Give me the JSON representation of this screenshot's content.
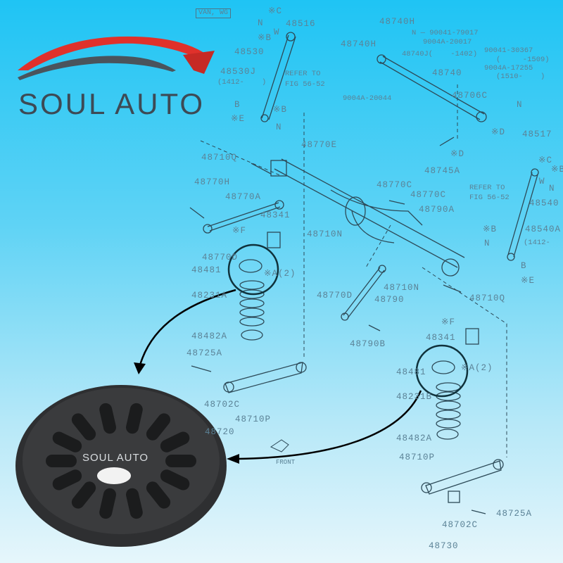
{
  "brand": {
    "name": "SOUL AUTO",
    "accent": "#e0312b",
    "text_color": "#3d4a55"
  },
  "product_photo": {
    "watermark": "SOUL AUTO"
  },
  "diagram": {
    "variant_tag": "VAN, WG",
    "front_label": "FRONT",
    "labels": [
      "※C",
      "N",
      "W",
      "※B",
      "48516",
      "48530",
      "48530J",
      "(1412-    )",
      "B",
      "※E",
      "※B",
      "N",
      "48740H",
      "N — 90041-79017",
      "9004A-20017",
      "48740J(    -1402)",
      "48740H",
      "90041-30367",
      "(     -1509)",
      "9004A-17255",
      "(1510-    )",
      "48740",
      "48706C",
      "9004A-20044",
      "N",
      "※D",
      "REFER TO",
      "FIG 56-52",
      "48517",
      "※C",
      "※B",
      "W",
      "N",
      "REFER TO",
      "FIG 56-52",
      "48540",
      "48540A",
      "(1412-",
      "※D",
      "48745A",
      "48770E",
      "48710Q",
      "48770H",
      "48770A",
      "48341",
      "※F",
      "48770C",
      "48770C",
      "48790A",
      "48710N",
      "※B",
      "N",
      "B",
      "※E",
      "48770D",
      "48481",
      "※A(2)",
      "48231A",
      "48770D",
      "48790",
      "48710N",
      "48710Q",
      "48790B",
      "48482A",
      "48725A",
      "48702C",
      "48710P",
      "48720",
      "※F",
      "48341",
      "48481",
      "※A(2)",
      "48231B",
      "48482A",
      "48710P",
      "48725A",
      "48702C",
      "48730"
    ]
  }
}
